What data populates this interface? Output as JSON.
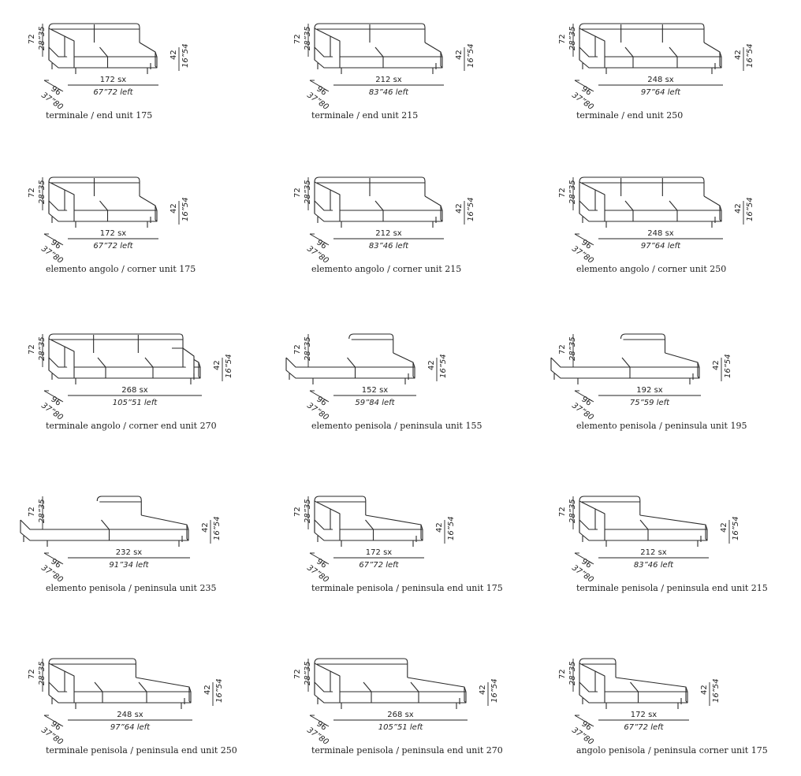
{
  "dims": {
    "height_cm": "72",
    "height_in": "28”35",
    "depth_cm": "96",
    "depth_in": "37”80",
    "seat_cm": "42",
    "seat_in": "16”54"
  },
  "units": [
    {
      "w_cm": "172 sx",
      "w_in": "67”72 left",
      "name_it": "terminale",
      "name_en": "/ end unit 175"
    },
    {
      "w_cm": "212 sx",
      "w_in": "83”46 left",
      "name_it": "terminale",
      "name_en": "/ end unit 215"
    },
    {
      "w_cm": "248 sx",
      "w_in": "97”64 left",
      "name_it": "terminale",
      "name_en": "/ end unit 250"
    },
    {
      "w_cm": "172 sx",
      "w_in": "67”72 left",
      "name_it": "elemento angolo",
      "name_en": "/ corner unit 175"
    },
    {
      "w_cm": "212 sx",
      "w_in": "83”46 left",
      "name_it": "elemento angolo",
      "name_en": "/ corner unit 215"
    },
    {
      "w_cm": "248 sx",
      "w_in": "97”64 left",
      "name_it": "elemento angolo",
      "name_en": "/ corner unit 250"
    },
    {
      "w_cm": "268 sx",
      "w_in": "105”51 left",
      "name_it": "terminale angolo",
      "name_en": "/ corner end unit 270"
    },
    {
      "w_cm": "152 sx",
      "w_in": "59”84 left",
      "name_it": "elemento penisola",
      "name_en": "/ peninsula unit 155"
    },
    {
      "w_cm": "192 sx",
      "w_in": "75”59 left",
      "name_it": "elemento penisola",
      "name_en": "/ peninsula unit 195"
    },
    {
      "w_cm": "232 sx",
      "w_in": "91”34 left",
      "name_it": "elemento penisola",
      "name_en": "/ peninsula unit 235"
    },
    {
      "w_cm": "172 sx",
      "w_in": "67”72 left",
      "name_it": "terminale penisola",
      "name_en": "/ peninsula end unit 175"
    },
    {
      "w_cm": "212 sx",
      "w_in": "83”46 left",
      "name_it": "terminale penisola",
      "name_en": "/ peninsula end unit 215"
    },
    {
      "w_cm": "248 sx",
      "w_in": "97”64 left",
      "name_it": "terminale penisola",
      "name_en": "/ peninsula end unit 250"
    },
    {
      "w_cm": "268 sx",
      "w_in": "105”51 left",
      "name_it": "terminale penisola",
      "name_en": "/ peninsula end unit 270"
    },
    {
      "w_cm": "172 sx",
      "w_in": "67”72 left",
      "name_it": "angolo penisola",
      "name_en": "/ peninsula corner unit 175"
    }
  ]
}
